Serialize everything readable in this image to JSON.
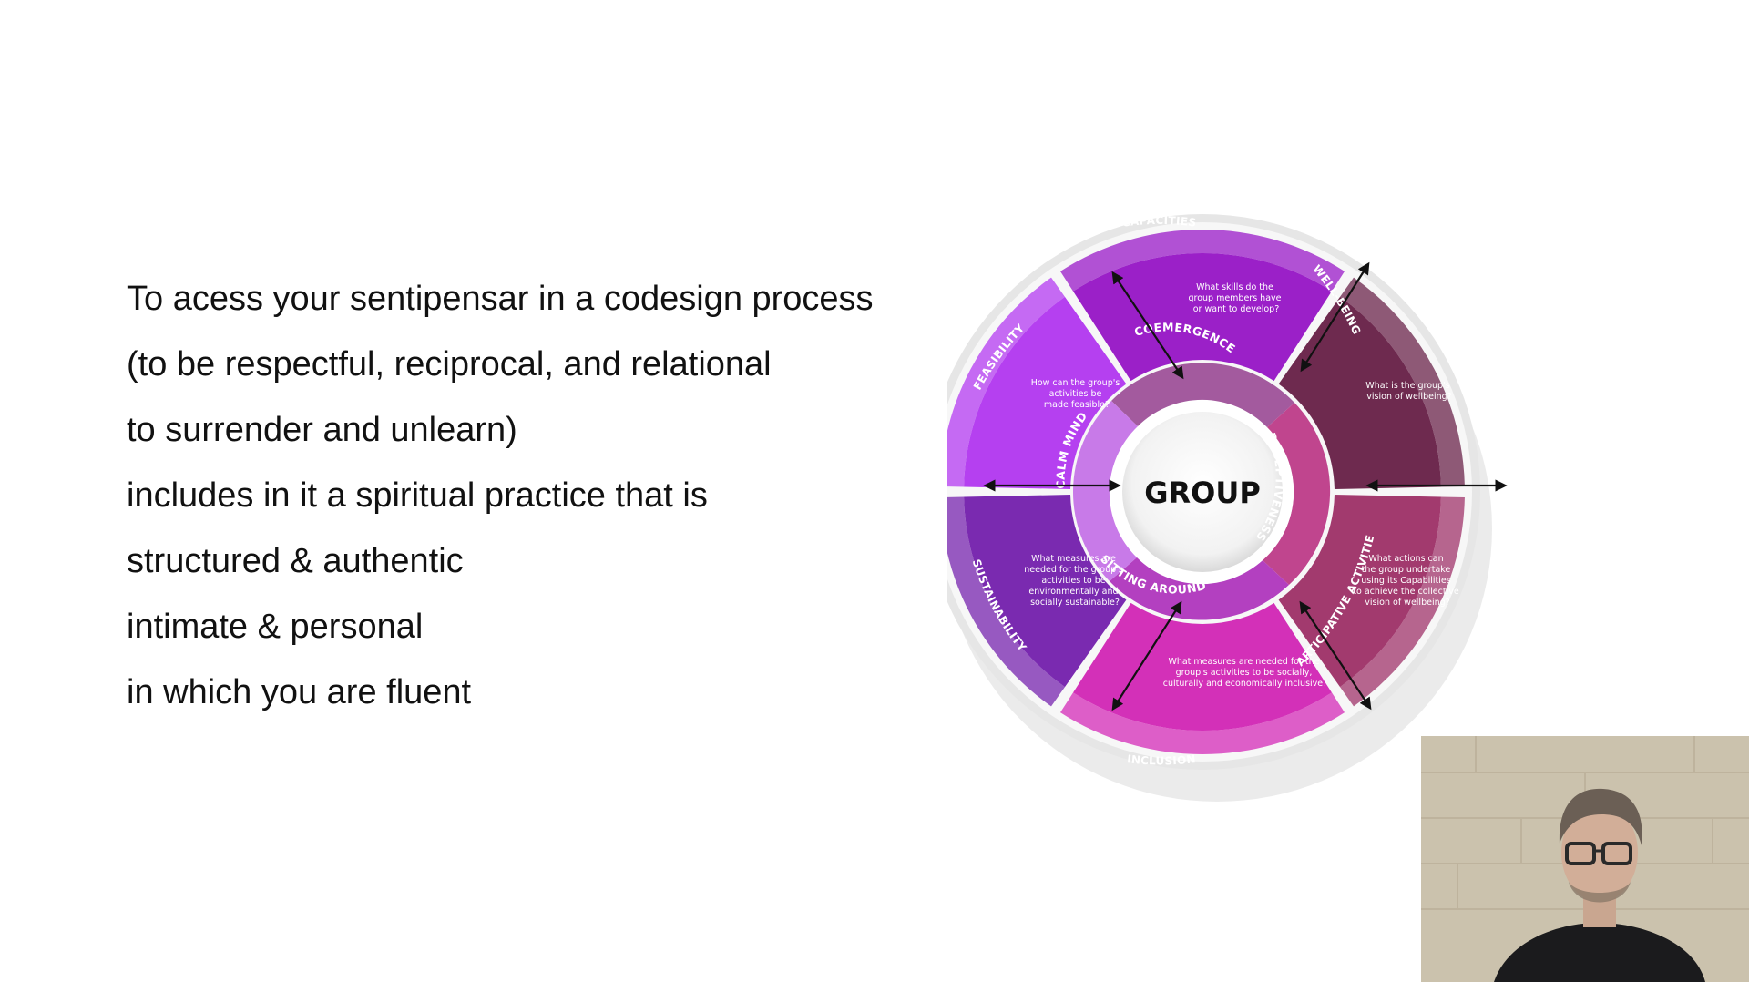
{
  "slide": {
    "lines": [
      "To acess your sentipensar in a codesign process",
      "(to be respectful, reciprocal, and relational",
      "to surrender and unlearn)",
      "includes in it a spiritual practice that is",
      "structured & authentic",
      "intimate & personal",
      "in which you are fluent"
    ]
  },
  "wheel": {
    "center": "GROUP",
    "outer_labels": {
      "capacities": "CAPACITIES",
      "wellbeing": "WELL-BEING",
      "participative": "PARTICIPATIVE ACTIVITIES",
      "inclusion": "INCLUSION",
      "sustainability": "SUSTAINABILITY",
      "feasibility": "FEASIBILITY"
    },
    "inner_labels": {
      "coemergence": "COEMERGENCE",
      "receptiveness": "RECEPTIVENESS",
      "sitting_around": "SITTING  AROUND",
      "calm_mind": "CALM  MIND"
    },
    "questions": {
      "capacities": [
        "What skills do the",
        "group members have",
        "or want to develop?"
      ],
      "wellbeing": [
        "What is the group's",
        "vision of wellbeing?"
      ],
      "participative": [
        "What actions can",
        "the group undertake",
        "using its Capabilities",
        "to achieve the collective",
        "vision of wellbeing?"
      ],
      "inclusion": [
        "What measures are needed for the",
        "group's activities to be socially,",
        "culturally and economically inclusive?"
      ],
      "sustainability": [
        "What measures are",
        "needed for the group's",
        "activities to be",
        "environmentally and",
        "socially sustainable?"
      ],
      "feasibility": [
        "How can the group's",
        "activities be",
        "made feasible?"
      ]
    },
    "colors": {
      "capacities": "#9b20c8",
      "wellbeing": "#6e2a4f",
      "participative": "#a23a6e",
      "inclusion": "#d330b8",
      "sustainability": "#7a2ab0",
      "feasibility": "#b540f0",
      "rim": "#e6e6e6"
    }
  },
  "webcam": {
    "description_icon": "person-icon"
  }
}
